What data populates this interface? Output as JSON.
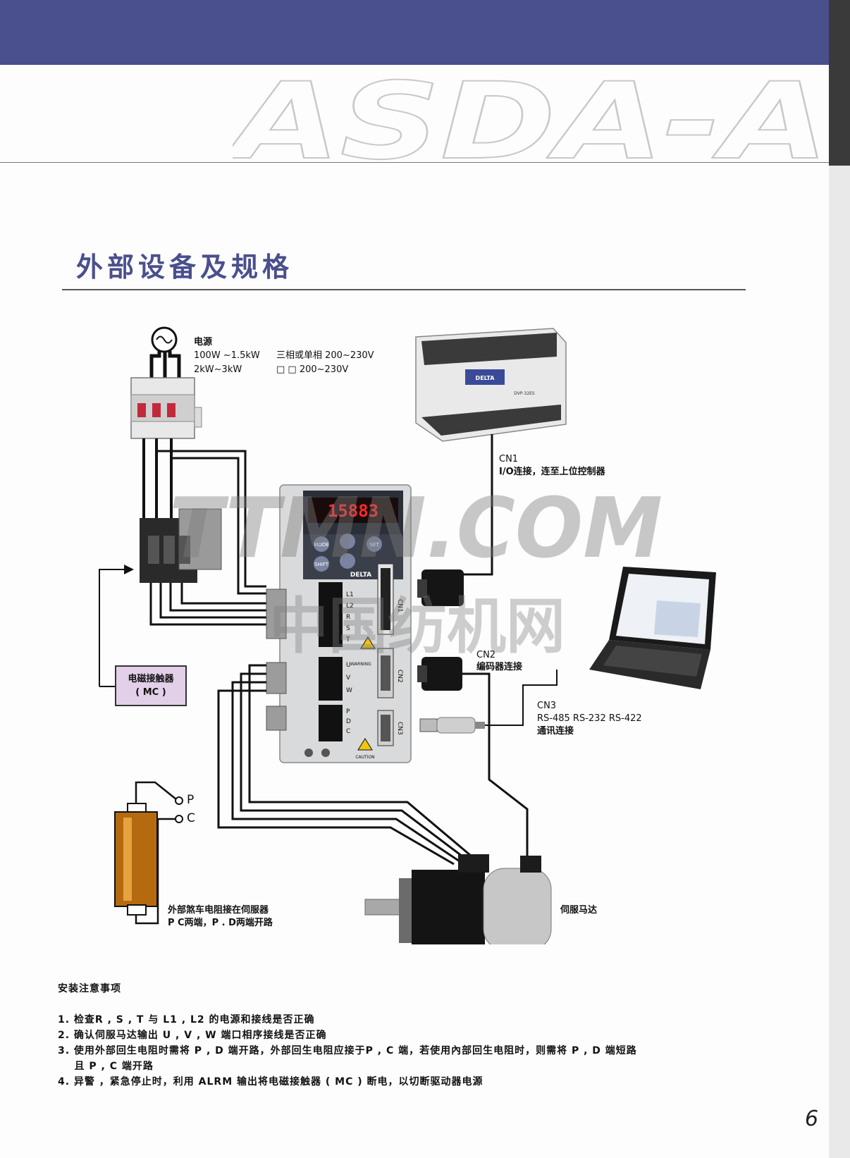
{
  "brand": {
    "text": "ASDA-A"
  },
  "page_title": "外部设备及规格",
  "power": {
    "heading": "电源",
    "rows": [
      {
        "range": "100W ~1.5kW",
        "spec": "三相或单相 200~230V"
      },
      {
        "range": "2kW~3kW",
        "spec": "□ □ 200~230V"
      }
    ]
  },
  "cn1": {
    "label": "CN1",
    "desc": "I/O连接，连至上位控制器"
  },
  "cn2": {
    "label": "CN2",
    "desc": "编码器连接"
  },
  "cn3": {
    "label": "CN3",
    "protocols": "RS-485 RS-232 RS-422",
    "desc": "通讯连接"
  },
  "contactor": {
    "line1": "电磁接触器",
    "line2": "( MC )"
  },
  "brake_resistor": {
    "line1": "外部煞车电阻接在伺服器",
    "line2": "P C两端，P . D两端开路",
    "p_label": "P",
    "c_label": "C"
  },
  "motor_label": "伺服马达",
  "drive": {
    "display": "15883",
    "buttons": [
      "MODE",
      "SET",
      "SHIFT"
    ],
    "brand": "DELTA",
    "terminals_top": [
      "L1",
      "L2",
      "R",
      "S",
      "T"
    ],
    "terminals_mid": [
      "U",
      "V",
      "W"
    ],
    "terminals_bot": [
      "P",
      "D",
      "C"
    ],
    "ports": [
      "CN1",
      "CN2",
      "CN3"
    ],
    "warning": "WARNING",
    "caution": "CAUTION"
  },
  "plc": {
    "brand": "DELTA",
    "model": "DVP-32ES"
  },
  "watermark": {
    "line1": "TTMN.COM",
    "line2": "中国纺机网"
  },
  "notes": {
    "title": "安装注意事项",
    "items": [
      "1. 检查R , S , T 与 L1 , L2 的电源和接线是否正确",
      "2. 确认伺服马达输出 U , V , W 端口相序接线是否正确",
      "3. 使用外部回生电阻时需将 P , D 端开路，外部回生电阻应接于P , C 端，若使用內部回生电阻时，则需将 P , D 端短路",
      "    且 P , C 端开路",
      "4. 异警 ，紧急停止时，利用 ALRM 输出将电磁接触器 ( MC ) 断电，以切断驱动器电源"
    ]
  },
  "page_number": "6"
}
